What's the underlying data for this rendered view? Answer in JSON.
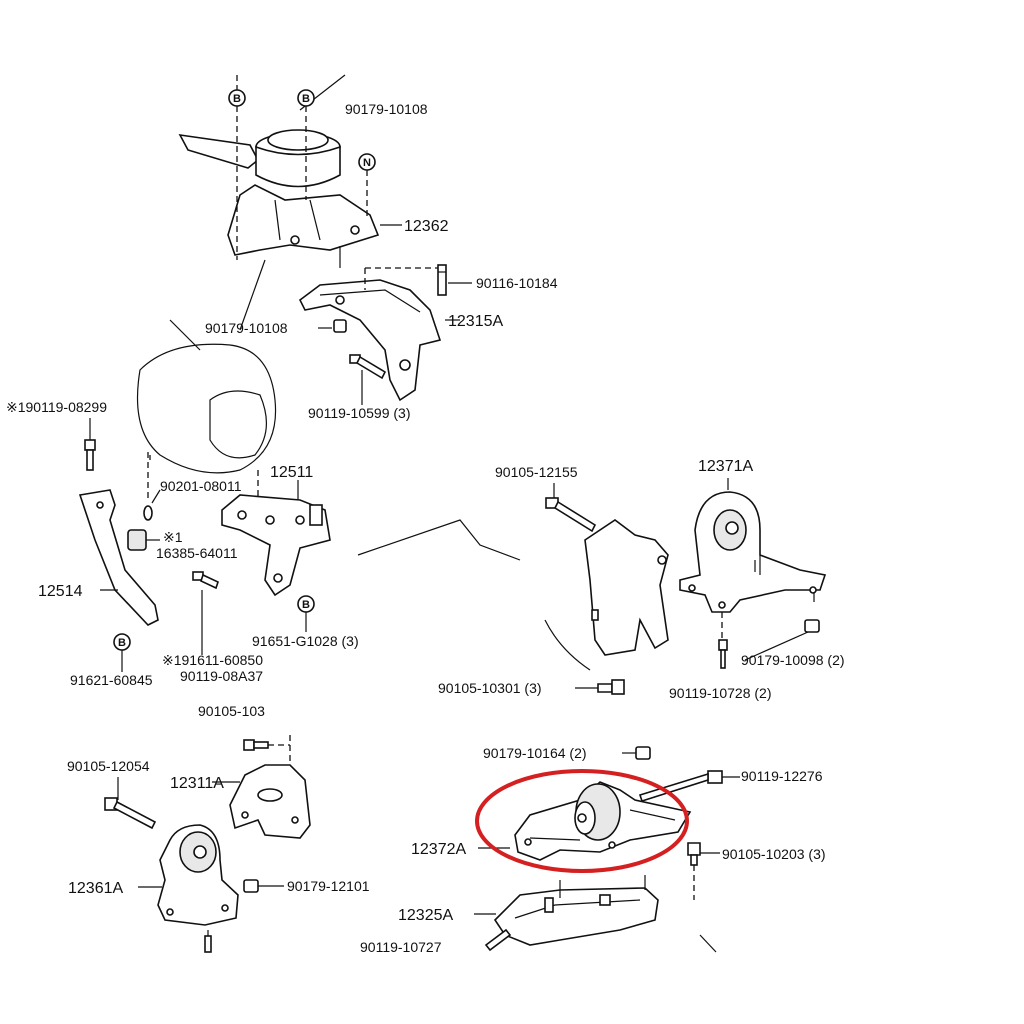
{
  "labels": {
    "p_90179_10108_top": "90179-10108",
    "p_12362": "12362",
    "p_90116_10184": "90116-10184",
    "p_90179_10108_mid": "90179-10108",
    "p_12315A": "12315A",
    "p_90119_10599": "90119-10599 (3)",
    "p_190119_08299": "※190119-08299",
    "p_12511": "12511",
    "p_90201_08011": "90201-08011",
    "p_star1": "※1",
    "p_16385_64011": "16385-64011",
    "p_12514": "12514",
    "p_91651_G1028": "91651-G1028 (3)",
    "p_191611_60850": "※191611-60850",
    "p_90119_08A37": "90119-08A37",
    "p_91621_60845": "91621-60845",
    "p_90105_12155": "90105-12155",
    "p_12371A": "12371A",
    "p_90179_10098": "90179-10098 (2)",
    "p_90119_10728": "90119-10728 (2)",
    "p_90105_10301": "90105-10301 (3)",
    "p_90105_103_partial": "90105-103",
    "p_90105_12054": "90105-12054",
    "p_12311A": "12311A",
    "p_12361A": "12361A",
    "p_90179_12101": "90179-12101",
    "p_90179_10164": "90179-10164 (2)",
    "p_90119_12276": "90119-12276",
    "p_12372A": "12372A",
    "p_90105_10203": "90105-10203 (3)",
    "p_12325A": "12325A",
    "p_90119_10727": "90119-10727"
  },
  "markers": {
    "b": "B",
    "n": "N"
  },
  "highlight": {
    "color": "#d42020",
    "target": "12372A"
  }
}
